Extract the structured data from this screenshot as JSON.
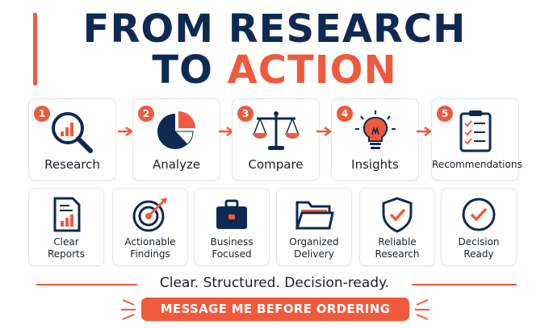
{
  "header": {
    "title_line1": "FROM RESEARCH",
    "title_line2_part1": "TO",
    "title_line2_part2": "ACTION"
  },
  "steps": [
    {
      "number": "1",
      "label": "Research",
      "icon": "magnifier-chart-icon"
    },
    {
      "number": "2",
      "label": "Analyze",
      "icon": "pie-chart-icon"
    },
    {
      "number": "3",
      "label": "Compare",
      "icon": "balance-scale-icon"
    },
    {
      "number": "4",
      "label": "Insights",
      "icon": "lightbulb-icon"
    },
    {
      "number": "5",
      "label": "Recommendations",
      "icon": "checklist-clipboard-icon"
    }
  ],
  "features": [
    {
      "label_line1": "Clear",
      "label_line2": "Reports",
      "icon": "report-document-icon"
    },
    {
      "label_line1": "Actionable",
      "label_line2": "Findings",
      "icon": "target-icon"
    },
    {
      "label_line1": "Business",
      "label_line2": "Focused",
      "icon": "briefcase-icon"
    },
    {
      "label_line1": "Organized",
      "label_line2": "Delivery",
      "icon": "folder-icon"
    },
    {
      "label_line1": "Reliable",
      "label_line2": "Research",
      "icon": "shield-check-icon"
    },
    {
      "label_line1": "Decision",
      "label_line2": "Ready",
      "icon": "check-circle-icon"
    }
  ],
  "tagline": "Clear. Structured. Decision-ready.",
  "cta": {
    "label": "MESSAGE ME BEFORE ORDERING"
  },
  "colors": {
    "navy": "#0f2a52",
    "accent": "#f05a3c",
    "border": "#e2e6ec"
  }
}
